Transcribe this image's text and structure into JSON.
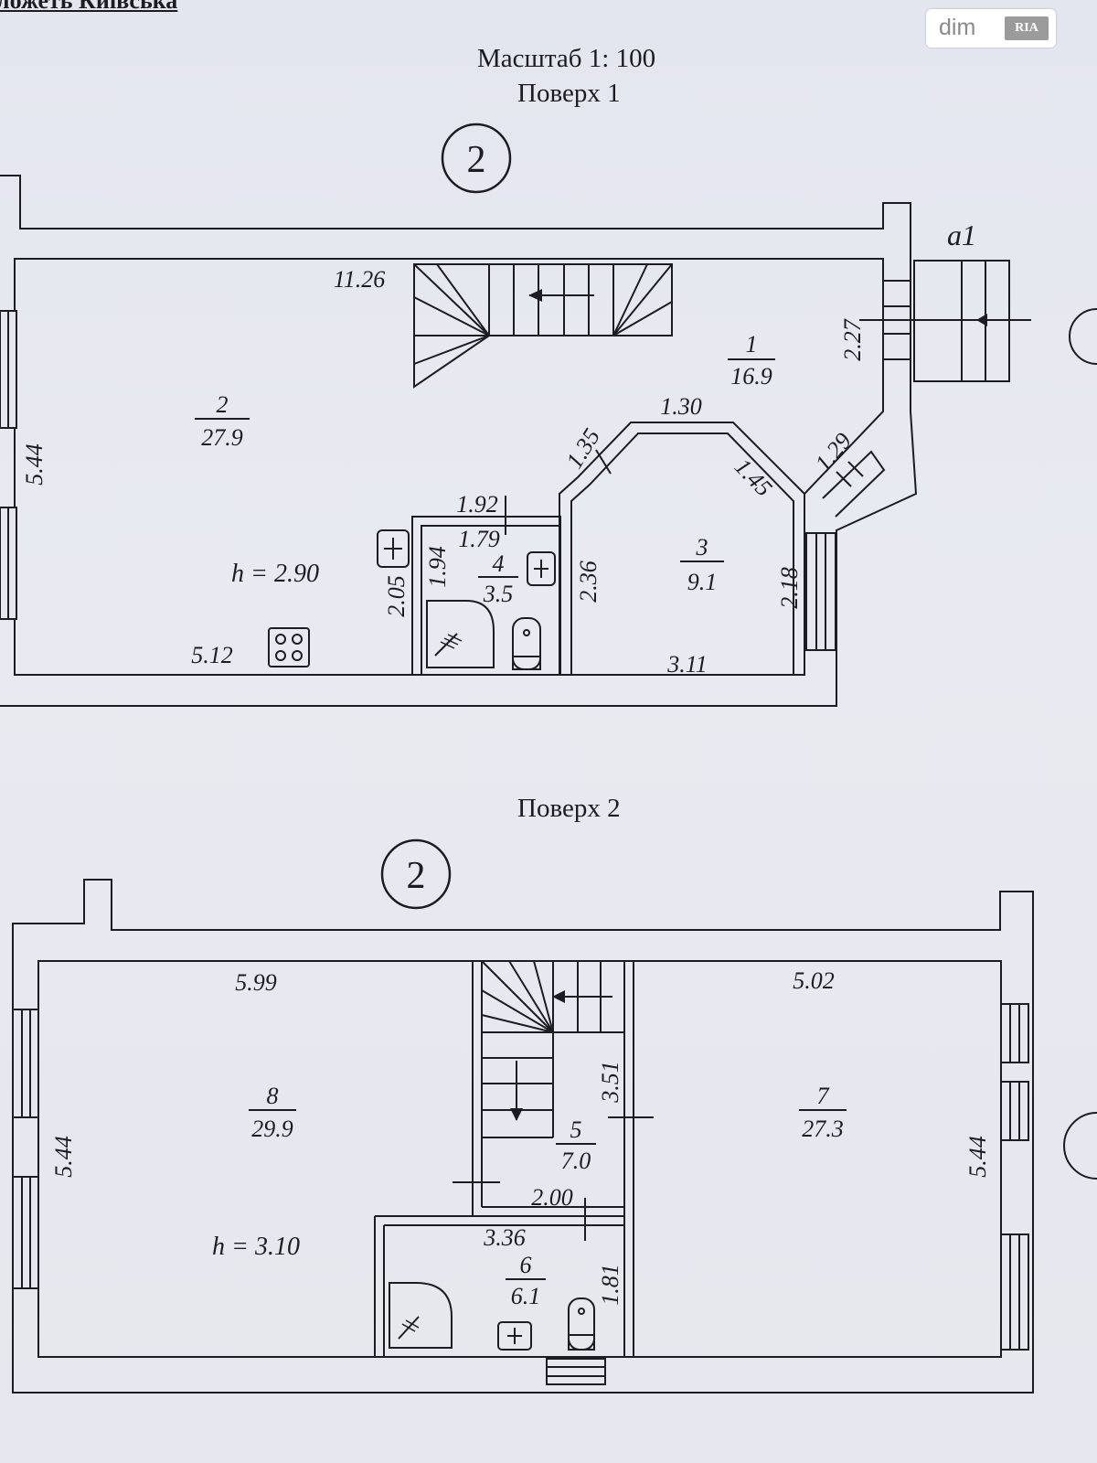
{
  "document": {
    "top_left_fragment": "ложеть Київська",
    "scale": "Масштаб 1: 100",
    "watermark": {
      "brand": "dim",
      "badge": "RIA"
    }
  },
  "floor1": {
    "title": "Поверх 1",
    "unit_marker": "2",
    "entrance_label": "a1",
    "height_note": "h = 2.90",
    "rooms": [
      {
        "id": "room-1",
        "number": "1",
        "area": "16.9"
      },
      {
        "id": "room-2",
        "number": "2",
        "area": "27.9"
      },
      {
        "id": "room-3",
        "number": "3",
        "area": "9.1"
      },
      {
        "id": "room-4",
        "number": "4",
        "area": "3.5"
      }
    ],
    "dimensions": [
      "11.26",
      "5.44",
      "5.12",
      "2.27",
      "1.30",
      "1.35",
      "1.45",
      "1.29",
      "1.92",
      "1.79",
      "1.94",
      "2.05",
      "2.36",
      "2.18",
      "3.11"
    ]
  },
  "floor2": {
    "title": "Поверх 2",
    "unit_marker": "2",
    "height_note": "h = 3.10",
    "rooms": [
      {
        "id": "room-5",
        "number": "5",
        "area": "7.0"
      },
      {
        "id": "room-6",
        "number": "6",
        "area": "6.1"
      },
      {
        "id": "room-7",
        "number": "7",
        "area": "27.3"
      },
      {
        "id": "room-8",
        "number": "8",
        "area": "29.9"
      }
    ],
    "dimensions": [
      "5.99",
      "5.02",
      "5.44",
      "5.44",
      "3.51",
      "2.00",
      "3.36",
      "1.81"
    ]
  },
  "colors": {
    "ink": "#1c1c22",
    "paper": "#e6e7ee"
  }
}
